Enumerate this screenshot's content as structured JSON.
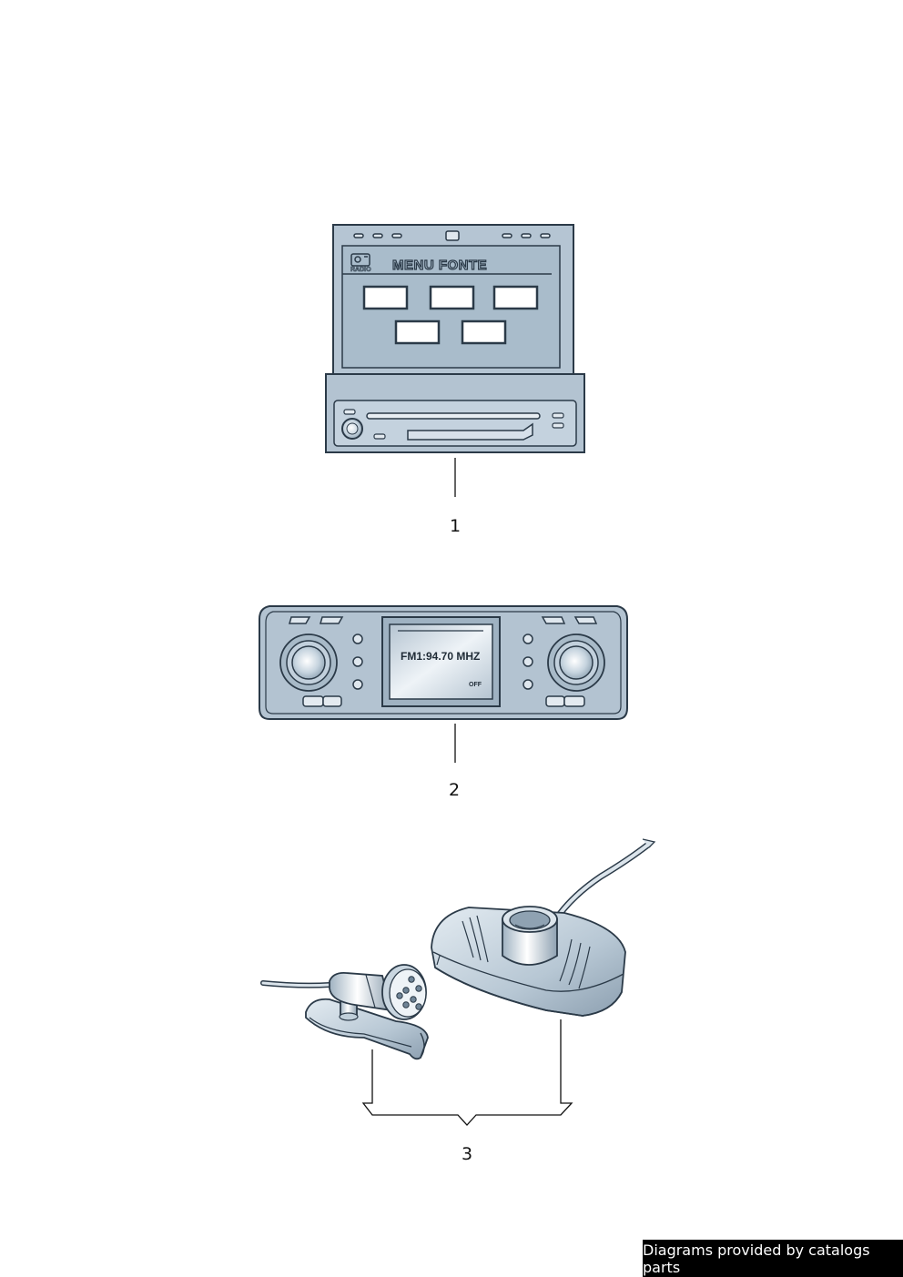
{
  "parts": [
    {
      "callout": "1",
      "screen_label": "RADIO",
      "screen_title": "MENU FONTE"
    },
    {
      "callout": "2",
      "display_main": "FM1:94.70 MHZ",
      "display_sub": "OFF"
    },
    {
      "callout": "3"
    }
  ],
  "footer": {
    "text": "Diagrams provided by catalogs parts"
  },
  "colors": {
    "body": "#b3c3d1",
    "body_light": "#cad7e2",
    "outline": "#2b3a48",
    "white": "#ffffff"
  }
}
